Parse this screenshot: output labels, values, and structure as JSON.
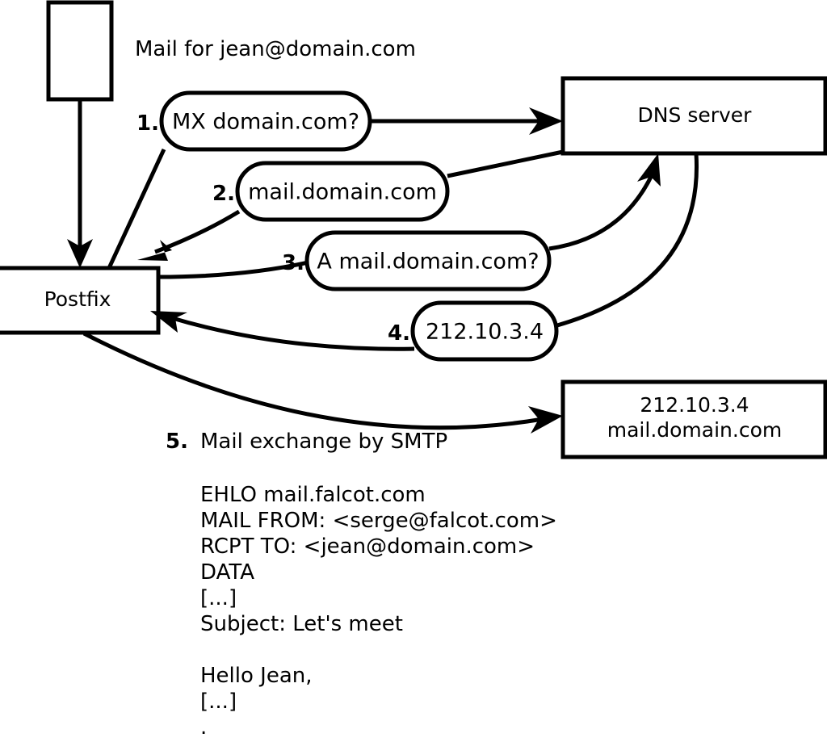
{
  "diagram": {
    "title_caption": "Mail for jean@domain.com",
    "nodes": [
      {
        "id": "client",
        "label": "",
        "kind": "rect"
      },
      {
        "id": "postfix",
        "label": "Postfix",
        "kind": "rect"
      },
      {
        "id": "dns",
        "label": "DNS server",
        "kind": "rect"
      },
      {
        "id": "remote",
        "label_line1": "212.10.3.4",
        "label_line2": "mail.domain.com",
        "kind": "rect"
      }
    ],
    "steps": [
      {
        "num": "1.",
        "message": "MX domain.com?",
        "from": "postfix",
        "to": "dns"
      },
      {
        "num": "2.",
        "message": "mail.domain.com",
        "from": "dns",
        "to": "postfix"
      },
      {
        "num": "3.",
        "message": "A mail.domain.com?",
        "from": "postfix",
        "to": "dns"
      },
      {
        "num": "4.",
        "message": "212.10.3.4",
        "from": "dns",
        "to": "postfix"
      }
    ],
    "smtp_step": {
      "num": "5.",
      "label": "Mail exchange by SMTP",
      "transcript": [
        "EHLO mail.falcot.com",
        "MAIL FROM: <serge@falcot.com>",
        "RCPT TO: <jean@domain.com>",
        "DATA",
        "[...]",
        "Subject: Let's meet",
        "",
        "Hello Jean,",
        "[...]",
        "."
      ]
    },
    "colors": {
      "stroke": "#000000",
      "fill": "#ffffff",
      "text": "#000000"
    }
  }
}
